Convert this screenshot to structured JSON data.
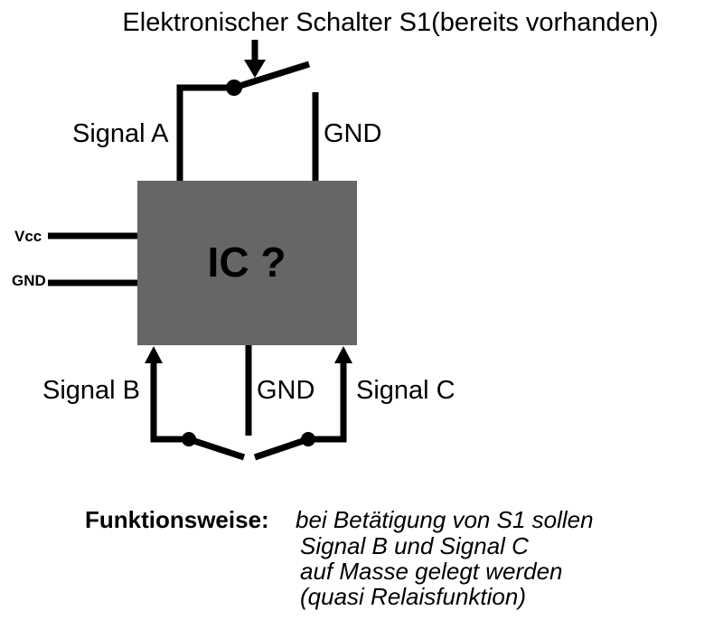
{
  "title": "Elektronischer Schalter S1(bereits vorhanden)",
  "ic_label": "IC  ?",
  "pins": {
    "signal_a": "Signal A",
    "gnd_top": "GND",
    "vcc": "Vcc",
    "gnd_left": "GND",
    "signal_b": "Signal B",
    "gnd_bottom": "GND",
    "signal_c": "Signal C"
  },
  "function": {
    "label": "Funktionsweise:",
    "lines": [
      "bei Betätigung von S1 sollen",
      "Signal B und Signal C",
      "auf Masse gelegt werden",
      "(quasi Relaisfunktion)"
    ]
  },
  "colors": {
    "ic_fill": "#666666",
    "wire": "#000000",
    "background": "#ffffff"
  }
}
